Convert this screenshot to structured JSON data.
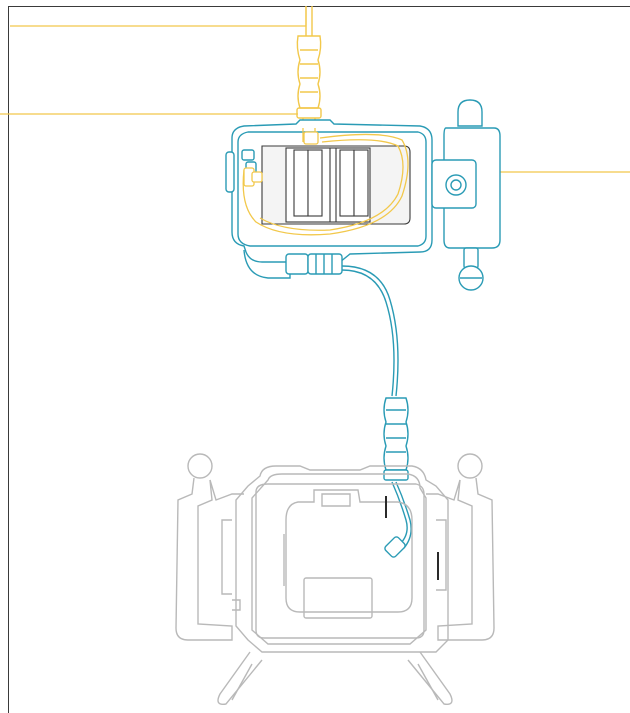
{
  "diagram": {
    "colors": {
      "frame_line": "#3a3a3a",
      "callout_line": "#f2c84b",
      "teal_component": "#2a9bb5",
      "yellow_component": "#f2c84b",
      "gray_housing": "#b9b9b9",
      "inner_panel": "#f4f4f4"
    },
    "components": [
      {
        "id": "top-connector-cable",
        "color": "yellow"
      },
      {
        "id": "control-box",
        "color": "teal"
      },
      {
        "id": "side-handle-mount",
        "color": "teal"
      },
      {
        "id": "connecting-cable",
        "color": "teal"
      },
      {
        "id": "camera-housing",
        "color": "gray"
      }
    ]
  }
}
